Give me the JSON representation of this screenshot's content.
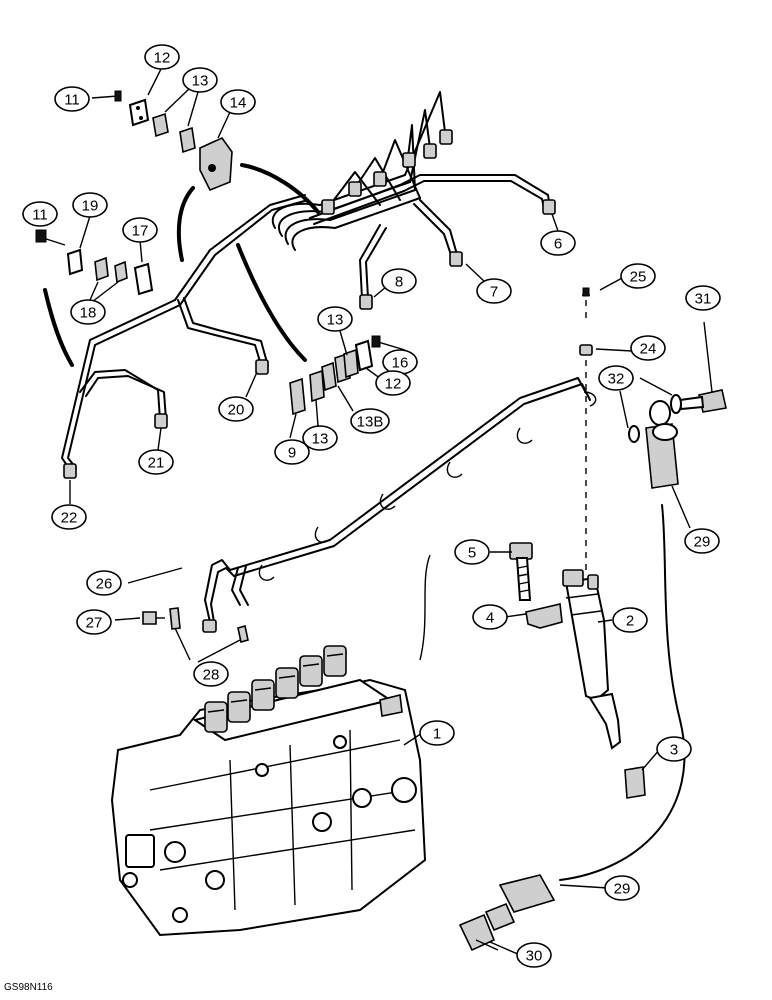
{
  "figure_code": "GS98N116",
  "callouts": [
    {
      "label": "12"
    },
    {
      "label": "11"
    },
    {
      "label": "13"
    },
    {
      "label": "14"
    },
    {
      "label": "11"
    },
    {
      "label": "19"
    },
    {
      "label": "17"
    },
    {
      "label": "18"
    },
    {
      "label": "6"
    },
    {
      "label": "7"
    },
    {
      "label": "8"
    },
    {
      "label": "25"
    },
    {
      "label": "31"
    },
    {
      "label": "13"
    },
    {
      "label": "16"
    },
    {
      "label": "12"
    },
    {
      "label": "24"
    },
    {
      "label": "32"
    },
    {
      "label": "20"
    },
    {
      "label": "13B"
    },
    {
      "label": "9"
    },
    {
      "label": "13"
    },
    {
      "label": "21"
    },
    {
      "label": "22"
    },
    {
      "label": "29"
    },
    {
      "label": "5"
    },
    {
      "label": "26"
    },
    {
      "label": "2"
    },
    {
      "label": "4"
    },
    {
      "label": "27"
    },
    {
      "label": "28"
    },
    {
      "label": "1"
    },
    {
      "label": "3"
    },
    {
      "label": "29"
    },
    {
      "label": "30"
    }
  ]
}
